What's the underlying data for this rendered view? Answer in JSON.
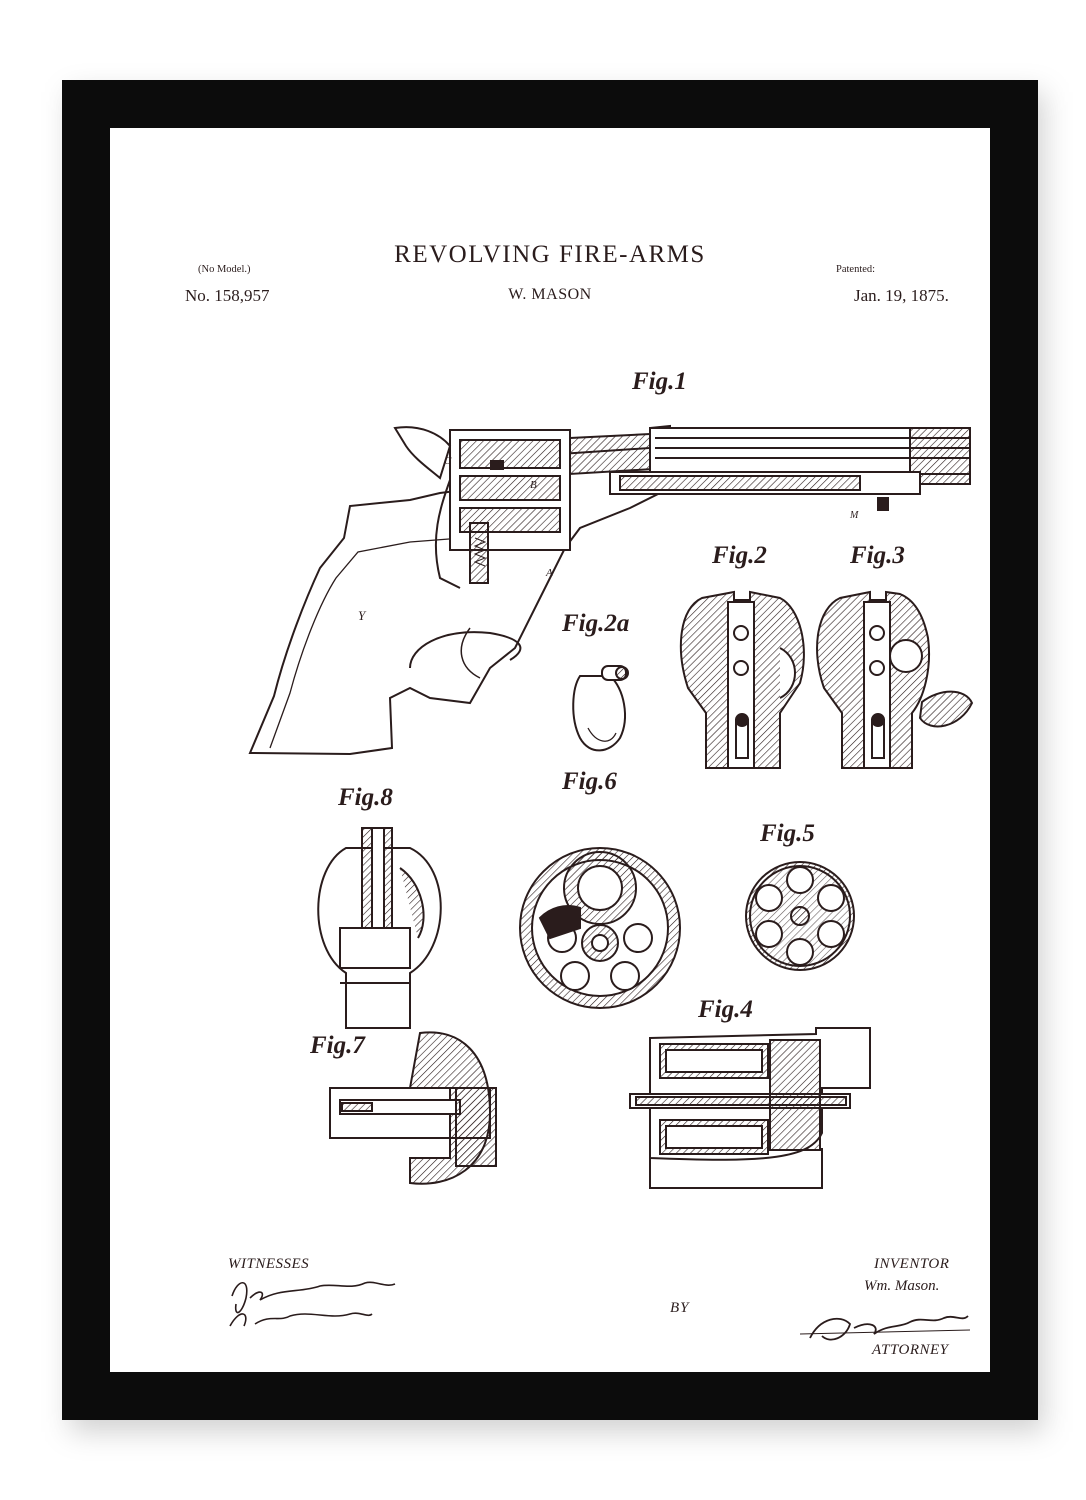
{
  "patent": {
    "title": "REVOLVING FIRE-ARMS",
    "no_model": "(No Model.)",
    "number": "No. 158,957",
    "inventor": "W. MASON",
    "patented_label": "Patented:",
    "date": "Jan. 19, 1875."
  },
  "figures": {
    "fig1": "Fig.1",
    "fig2": "Fig.2",
    "fig3": "Fig.3",
    "fig2a": "Fig.2a",
    "fig8": "Fig.8",
    "fig6": "Fig.6",
    "fig5": "Fig.5",
    "fig7": "Fig.7",
    "fig4": "Fig.4"
  },
  "footer": {
    "witnesses_label": "WITNESSES",
    "by_label": "BY",
    "inventor_label": "INVENTOR",
    "inventor_signature": "Wm. Mason.",
    "attorney_label": "ATTORNEY"
  },
  "colors": {
    "frame": "#0c0c0c",
    "ink": "#2a1c1c",
    "paper": "#ffffff"
  }
}
